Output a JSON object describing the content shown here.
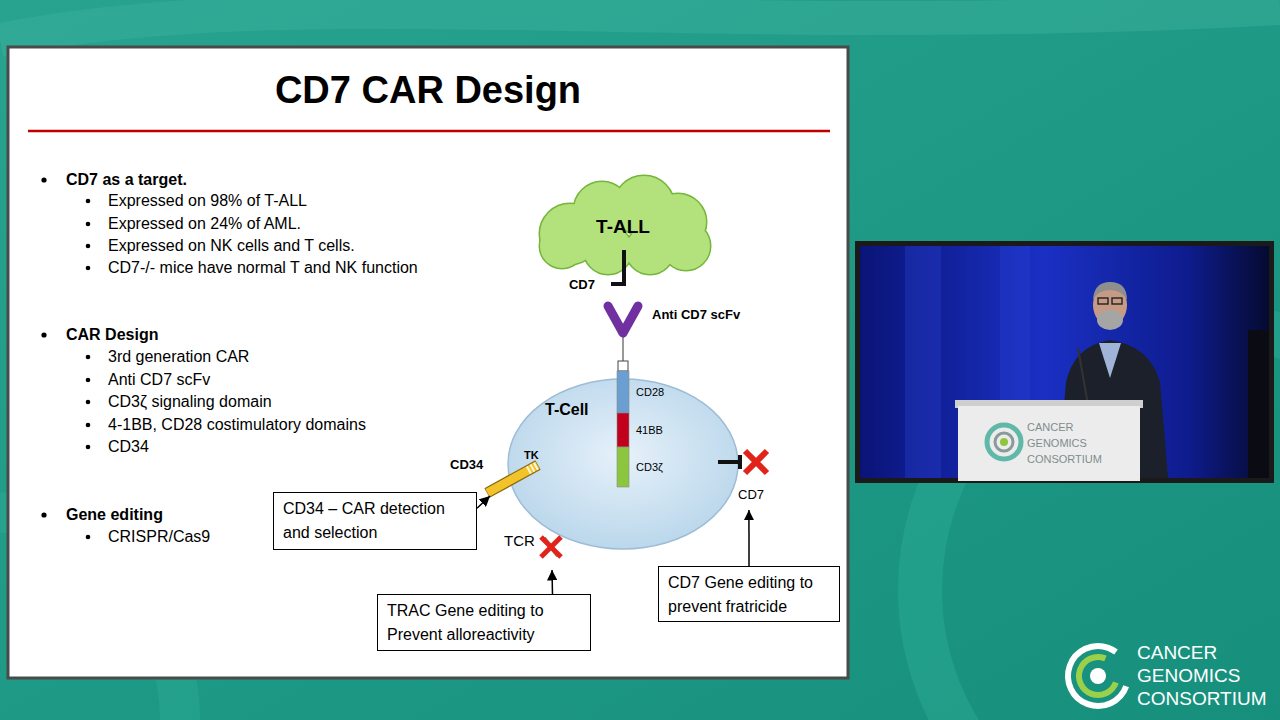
{
  "diagram": {
    "title": "CD7 CAR Design",
    "nodes": [
      {
        "text": [
          "T-ALL"
        ]
      },
      {
        "text": [
          "CD7"
        ]
      },
      {
        "text": [
          "Anti CD7 scFv"
        ]
      },
      {
        "text": [
          "T-Cell"
        ]
      },
      {
        "text": [
          "CD28"
        ],
        "in": 3
      },
      {
        "text": [
          "41BB"
        ],
        "in": 3
      },
      {
        "text": [
          "CD3ζ"
        ],
        "in": 3
      },
      {
        "text": [
          "CD34",
          "TK"
        ]
      },
      {
        "text": [
          "CD7"
        ]
      },
      {
        "text": [
          "CD34 – CAR detection and selection"
        ]
      },
      {
        "text": [
          "TCR"
        ]
      },
      {
        "text": [
          "TRAC Gene editing to Prevent alloreactivity"
        ]
      },
      {
        "text": [
          "CD7 Gene editing to prevent fratricide"
        ]
      }
    ],
    "edges": [
      {
        "from": 9,
        "to": 7,
        "arrow": "to"
      },
      {
        "from": 11,
        "to": 10,
        "arrow": "to"
      },
      {
        "from": 12,
        "to": 8,
        "arrow": "to"
      }
    ],
    "labels": [
      "CD7 as a target.",
      "Expressed on 98% of T-ALL",
      "Expressed on 24% of AML.",
      "Expressed on NK cells and T cells.",
      "CD7-/- mice have normal T and NK function",
      "CAR Design",
      "3rd generation CAR",
      "Anti CD7 scFv",
      "CD3ζ signaling domain",
      "4-1BB, CD28 costimulatory domains",
      "CD34",
      "Gene editing",
      "CRISPR/Cas9",
      "CANCER GENOMICS CONSORTIUM",
      "CANCER GENOMICS CONSORTIUM"
    ]
  }
}
